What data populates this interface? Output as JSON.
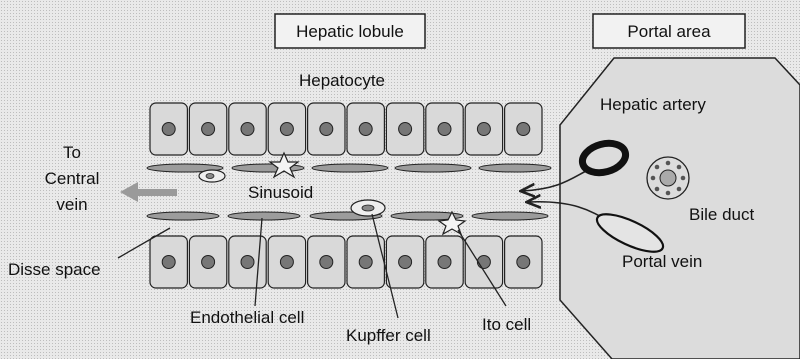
{
  "title_box": {
    "lobule": "Hepatic lobule",
    "portal": "Portal area"
  },
  "labels": {
    "hepatocyte": "Hepatocyte",
    "to_central_vein": [
      "To",
      "Central",
      "vein"
    ],
    "sinusoid": "Sinusoid",
    "disse_space": "Disse space",
    "endothelial_cell": "Endothelial cell",
    "kupffer_cell": "Kupffer cell",
    "ito_cell": "Ito cell",
    "hepatic_artery": "Hepatic artery",
    "bile_duct": "Bile duct",
    "portal_vein": "Portal vein"
  },
  "colors": {
    "cell_fill": "#d9d9d9",
    "nucleus": "#777777",
    "outline": "#222222",
    "arrow_gray": "#9a9a9a"
  },
  "hepatocyte_rows": 2,
  "hepatocytes_per_row": 10
}
